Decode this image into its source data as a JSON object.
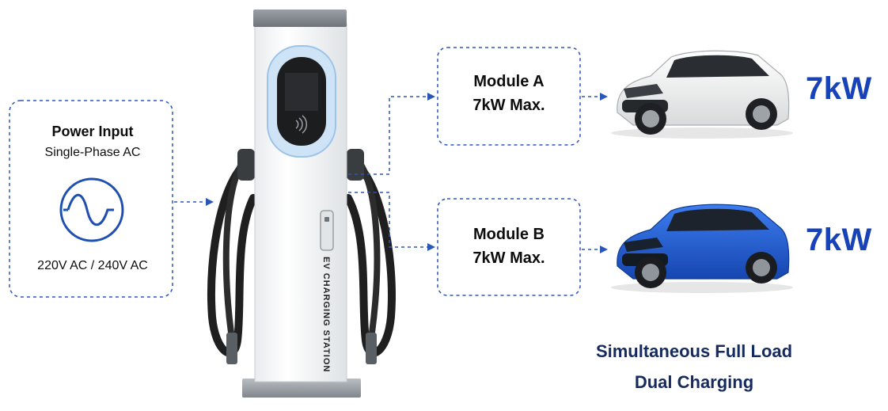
{
  "power_input": {
    "title": "Power Input",
    "subtitle": "Single-Phase AC",
    "voltage": "220V AC / 240V AC",
    "icon": "sine-wave-icon"
  },
  "charger": {
    "brand_text": "EV CHARGING STATION",
    "screen_icon": "nfc-icon"
  },
  "modules": [
    {
      "name": "Module A",
      "max": "7kW Max.",
      "output": "7kW",
      "car_color": "#f2f2f0"
    },
    {
      "name": "Module B",
      "max": "7kW Max.",
      "output": "7kW",
      "car_color": "#1f5fd6"
    }
  ],
  "caption": {
    "line1": "Simultaneous Full Load",
    "line2": "Dual Charging"
  },
  "colors": {
    "accent": "#1742b8",
    "dashed_line": "#2a56b8",
    "caption": "#152a5e"
  }
}
